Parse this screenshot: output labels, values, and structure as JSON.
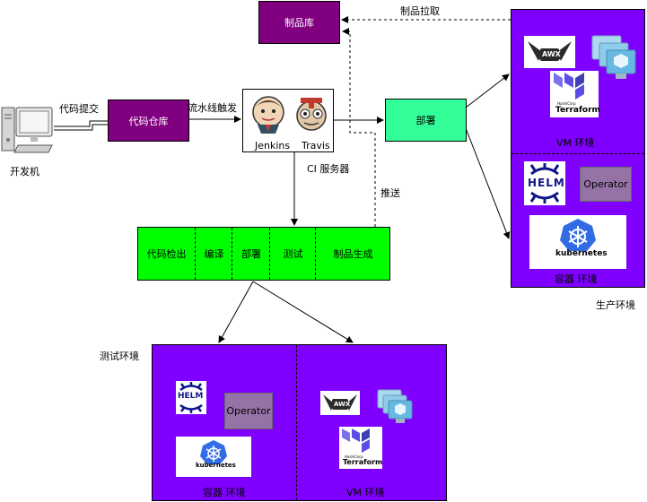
{
  "developer": {
    "label": "开发机"
  },
  "edge_labels": {
    "commit": "代码提交",
    "pipeline_trigger": "流水线触发",
    "artifact_pull": "制品拉取",
    "push": "推送"
  },
  "code_repo": {
    "label": "代码仓库"
  },
  "artifact_repo": {
    "label": "制品库"
  },
  "ci_server": {
    "jenkins_label": "Jenkins",
    "travis_label": "Travis",
    "caption": "CI 服务器"
  },
  "deploy": {
    "label": "部署"
  },
  "pipeline": {
    "stages": [
      "代码检出",
      "编译",
      "部署",
      "测试",
      "制品生成"
    ]
  },
  "production": {
    "label": "生产环境",
    "vm_env_label": "VM 环境",
    "container_env_label": "容器 环境",
    "operator_label": "Operator",
    "kubernetes_label": "kubernetes",
    "helm_label": "HELM",
    "awx_label": "AWX",
    "terraform_label": "Terraform",
    "terraform_small": "HashiCorp"
  },
  "test_env": {
    "label": "测试环境",
    "container_env_label": "容器 环境",
    "vm_env_label": "VM 环境",
    "operator_label": "Operator",
    "kubernetes_label": "kubernetes",
    "helm_label": "HELM",
    "awx_label": "AWX",
    "terraform_label": "Terraform",
    "terraform_small": "HashiCorp"
  },
  "colors": {
    "repo_purple": "#800080",
    "env_violet": "#8000ff",
    "green": "#33ff99",
    "pipeline_green": "#00ff00",
    "operator": "#9673a6",
    "terraform": "#5c4ee5",
    "kubernetes": "#326ce5"
  }
}
